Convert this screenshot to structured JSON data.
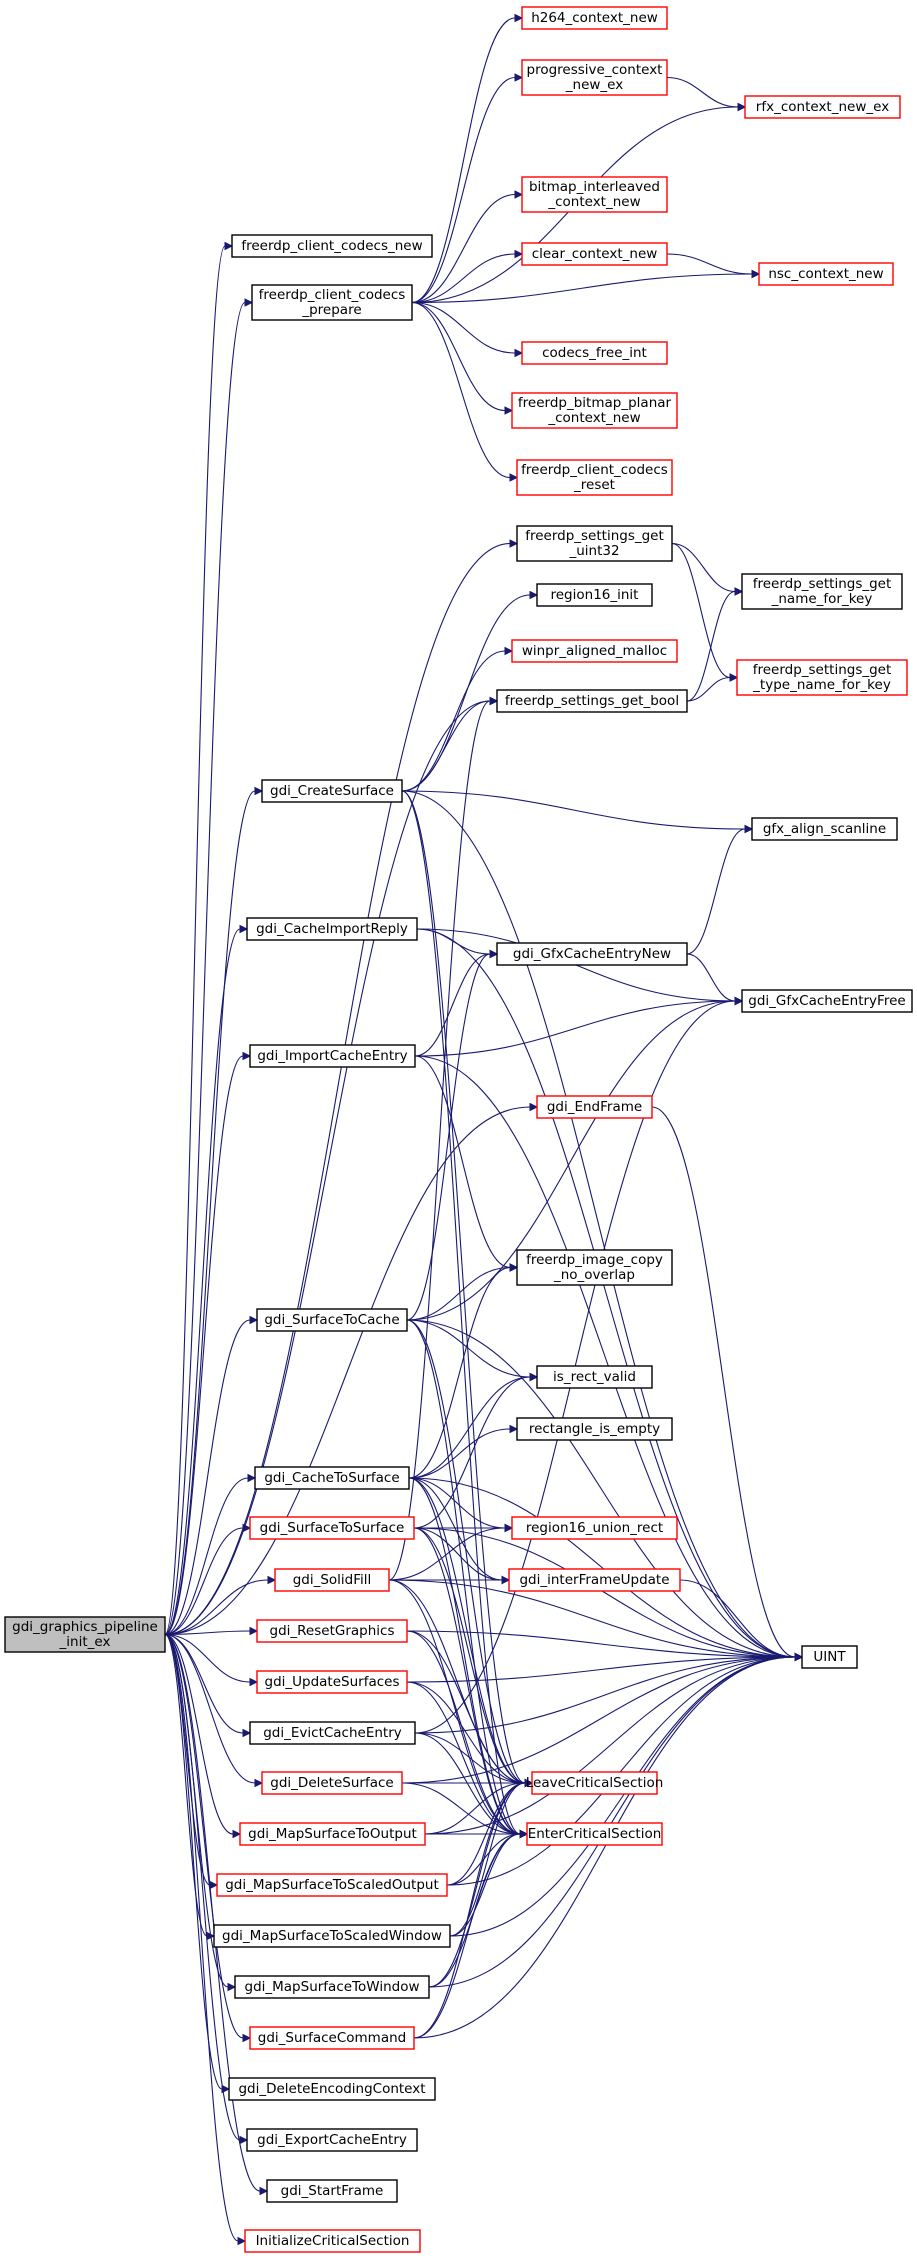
{
  "colors": {
    "edge": "#191970",
    "border_default": "#000000",
    "border_red": "#ff0000",
    "root_fill": "#bfbfbf"
  },
  "nodes": {
    "root": {
      "lines": [
        "gdi_graphics_pipeline",
        "_init_ex"
      ],
      "border": "black",
      "root": true
    },
    "ccn": {
      "lines": [
        "freerdp_client_codecs_new"
      ],
      "border": "black"
    },
    "ccp": {
      "lines": [
        "freerdp_client_codecs",
        "_prepare"
      ],
      "border": "black"
    },
    "h264": {
      "lines": [
        "h264_context_new"
      ],
      "border": "red"
    },
    "prog": {
      "lines": [
        "progressive_context",
        "_new_ex"
      ],
      "border": "red"
    },
    "rfx": {
      "lines": [
        "rfx_context_new_ex"
      ],
      "border": "red"
    },
    "bmpi": {
      "lines": [
        "bitmap_interleaved",
        "_context_new"
      ],
      "border": "red"
    },
    "clear": {
      "lines": [
        "clear_context_new"
      ],
      "border": "red"
    },
    "nsc": {
      "lines": [
        "nsc_context_new"
      ],
      "border": "red"
    },
    "cfree": {
      "lines": [
        "codecs_free_int"
      ],
      "border": "red"
    },
    "bplan": {
      "lines": [
        "freerdp_bitmap_planar",
        "_context_new"
      ],
      "border": "red"
    },
    "ccr": {
      "lines": [
        "freerdp_client_codecs",
        "_reset"
      ],
      "border": "red"
    },
    "su32": {
      "lines": [
        "freerdp_settings_get",
        "_uint32"
      ],
      "border": "black"
    },
    "snfk": {
      "lines": [
        "freerdp_settings_get",
        "_name_for_key"
      ],
      "border": "black"
    },
    "stnfk": {
      "lines": [
        "freerdp_settings_get",
        "_type_name_for_key"
      ],
      "border": "red"
    },
    "r16i": {
      "lines": [
        "region16_init"
      ],
      "border": "black"
    },
    "wam": {
      "lines": [
        "winpr_aligned_malloc"
      ],
      "border": "red"
    },
    "sbool": {
      "lines": [
        "freerdp_settings_get_bool"
      ],
      "border": "black"
    },
    "cs": {
      "lines": [
        "gdi_CreateSurface"
      ],
      "border": "black"
    },
    "gfxal": {
      "lines": [
        "gfx_align_scanline"
      ],
      "border": "black"
    },
    "cir": {
      "lines": [
        "gdi_CacheImportReply"
      ],
      "border": "black"
    },
    "gcen": {
      "lines": [
        "gdi_GfxCacheEntryNew"
      ],
      "border": "black"
    },
    "gcef": {
      "lines": [
        "gdi_GfxCacheEntryFree"
      ],
      "border": "black"
    },
    "ice": {
      "lines": [
        "gdi_ImportCacheEntry"
      ],
      "border": "black"
    },
    "ef": {
      "lines": [
        "gdi_EndFrame"
      ],
      "border": "red"
    },
    "fic": {
      "lines": [
        "freerdp_image_copy",
        "_no_overlap"
      ],
      "border": "black"
    },
    "stc": {
      "lines": [
        "gdi_SurfaceToCache"
      ],
      "border": "black"
    },
    "irv": {
      "lines": [
        "is_rect_valid"
      ],
      "border": "black"
    },
    "rie": {
      "lines": [
        "rectangle_is_empty"
      ],
      "border": "black"
    },
    "cts": {
      "lines": [
        "gdi_CacheToSurface"
      ],
      "border": "black"
    },
    "sts": {
      "lines": [
        "gdi_SurfaceToSurface"
      ],
      "border": "red"
    },
    "r16u": {
      "lines": [
        "region16_union_rect"
      ],
      "border": "red"
    },
    "sf": {
      "lines": [
        "gdi_SolidFill"
      ],
      "border": "red"
    },
    "ifu": {
      "lines": [
        "gdi_interFrameUpdate"
      ],
      "border": "red"
    },
    "rg": {
      "lines": [
        "gdi_ResetGraphics"
      ],
      "border": "red"
    },
    "uint": {
      "lines": [
        "UINT"
      ],
      "border": "black"
    },
    "us": {
      "lines": [
        "gdi_UpdateSurfaces"
      ],
      "border": "red"
    },
    "ece": {
      "lines": [
        "gdi_EvictCacheEntry"
      ],
      "border": "black"
    },
    "lcs": {
      "lines": [
        "LeaveCriticalSection"
      ],
      "border": "red"
    },
    "ds": {
      "lines": [
        "gdi_DeleteSurface"
      ],
      "border": "red"
    },
    "ecs": {
      "lines": [
        "EnterCriticalSection"
      ],
      "border": "red"
    },
    "msto": {
      "lines": [
        "gdi_MapSurfaceToOutput"
      ],
      "border": "red"
    },
    "mstso": {
      "lines": [
        "gdi_MapSurfaceToScaledOutput"
      ],
      "border": "red"
    },
    "mstsw": {
      "lines": [
        "gdi_MapSurfaceToScaledWindow"
      ],
      "border": "black"
    },
    "mstw": {
      "lines": [
        "gdi_MapSurfaceToWindow"
      ],
      "border": "black"
    },
    "scmd": {
      "lines": [
        "gdi_SurfaceCommand"
      ],
      "border": "red"
    },
    "dec": {
      "lines": [
        "gdi_DeleteEncodingContext"
      ],
      "border": "black"
    },
    "exce": {
      "lines": [
        "gdi_ExportCacheEntry"
      ],
      "border": "black"
    },
    "sfr": {
      "lines": [
        "gdi_StartFrame"
      ],
      "border": "black"
    },
    "icsec": {
      "lines": [
        "InitializeCriticalSection"
      ],
      "border": "red"
    }
  },
  "edges": [
    [
      "root",
      "ccn"
    ],
    [
      "root",
      "ccp"
    ],
    [
      "root",
      "su32"
    ],
    [
      "root",
      "sbool"
    ],
    [
      "root",
      "cs"
    ],
    [
      "root",
      "cir"
    ],
    [
      "root",
      "ice"
    ],
    [
      "root",
      "ef"
    ],
    [
      "root",
      "stc"
    ],
    [
      "root",
      "cts"
    ],
    [
      "root",
      "sts"
    ],
    [
      "root",
      "sf"
    ],
    [
      "root",
      "rg"
    ],
    [
      "root",
      "us"
    ],
    [
      "root",
      "ece"
    ],
    [
      "root",
      "ds"
    ],
    [
      "root",
      "msto"
    ],
    [
      "root",
      "mstso"
    ],
    [
      "root",
      "mstsw"
    ],
    [
      "root",
      "mstw"
    ],
    [
      "root",
      "scmd"
    ],
    [
      "root",
      "dec"
    ],
    [
      "root",
      "exce"
    ],
    [
      "root",
      "sfr"
    ],
    [
      "root",
      "icsec"
    ],
    [
      "ccp",
      "h264"
    ],
    [
      "ccp",
      "prog"
    ],
    [
      "ccp",
      "rfx"
    ],
    [
      "ccp",
      "bmpi"
    ],
    [
      "ccp",
      "clear"
    ],
    [
      "ccp",
      "nsc"
    ],
    [
      "ccp",
      "cfree"
    ],
    [
      "ccp",
      "bplan"
    ],
    [
      "ccp",
      "ccr"
    ],
    [
      "prog",
      "rfx"
    ],
    [
      "clear",
      "nsc"
    ],
    [
      "su32",
      "snfk"
    ],
    [
      "su32",
      "stnfk"
    ],
    [
      "sbool",
      "snfk"
    ],
    [
      "sbool",
      "stnfk"
    ],
    [
      "cs",
      "r16i"
    ],
    [
      "cs",
      "wam"
    ],
    [
      "cs",
      "sbool"
    ],
    [
      "cs",
      "gfxal"
    ],
    [
      "cs",
      "uint"
    ],
    [
      "cs",
      "lcs"
    ],
    [
      "cs",
      "ecs"
    ],
    [
      "cir",
      "gcen"
    ],
    [
      "cir",
      "gcef"
    ],
    [
      "cir",
      "uint"
    ],
    [
      "gcen",
      "gfxal"
    ],
    [
      "gcen",
      "gcef"
    ],
    [
      "ice",
      "gcen"
    ],
    [
      "ice",
      "gcef"
    ],
    [
      "ice",
      "uint"
    ],
    [
      "ice",
      "fic"
    ],
    [
      "ef",
      "uint"
    ],
    [
      "stc",
      "gcen"
    ],
    [
      "stc",
      "gcef"
    ],
    [
      "stc",
      "fic"
    ],
    [
      "stc",
      "irv"
    ],
    [
      "stc",
      "uint"
    ],
    [
      "stc",
      "lcs"
    ],
    [
      "stc",
      "ecs"
    ],
    [
      "cts",
      "fic"
    ],
    [
      "cts",
      "irv"
    ],
    [
      "cts",
      "rie"
    ],
    [
      "cts",
      "r16u"
    ],
    [
      "cts",
      "ifu"
    ],
    [
      "cts",
      "uint"
    ],
    [
      "cts",
      "lcs"
    ],
    [
      "cts",
      "ecs"
    ],
    [
      "sts",
      "irv"
    ],
    [
      "sts",
      "r16u"
    ],
    [
      "sts",
      "ifu"
    ],
    [
      "sts",
      "uint"
    ],
    [
      "sts",
      "lcs"
    ],
    [
      "sts",
      "ecs"
    ],
    [
      "sf",
      "sbool"
    ],
    [
      "sf",
      "r16u"
    ],
    [
      "sf",
      "ifu"
    ],
    [
      "sf",
      "uint"
    ],
    [
      "sf",
      "lcs"
    ],
    [
      "sf",
      "ecs"
    ],
    [
      "ifu",
      "uint"
    ],
    [
      "rg",
      "uint"
    ],
    [
      "rg",
      "lcs"
    ],
    [
      "rg",
      "ecs"
    ],
    [
      "us",
      "uint"
    ],
    [
      "us",
      "lcs"
    ],
    [
      "us",
      "ecs"
    ],
    [
      "ece",
      "gcef"
    ],
    [
      "ece",
      "uint"
    ],
    [
      "ece",
      "lcs"
    ],
    [
      "ece",
      "ecs"
    ],
    [
      "ds",
      "uint"
    ],
    [
      "ds",
      "lcs"
    ],
    [
      "ds",
      "ecs"
    ],
    [
      "msto",
      "uint"
    ],
    [
      "msto",
      "lcs"
    ],
    [
      "msto",
      "ecs"
    ],
    [
      "mstso",
      "uint"
    ],
    [
      "mstso",
      "lcs"
    ],
    [
      "mstso",
      "ecs"
    ],
    [
      "mstsw",
      "uint"
    ],
    [
      "mstsw",
      "lcs"
    ],
    [
      "mstsw",
      "ecs"
    ],
    [
      "mstw",
      "uint"
    ],
    [
      "mstw",
      "lcs"
    ],
    [
      "mstw",
      "ecs"
    ],
    [
      "scmd",
      "uint"
    ],
    [
      "scmd",
      "lcs"
    ],
    [
      "scmd",
      "ecs"
    ]
  ]
}
